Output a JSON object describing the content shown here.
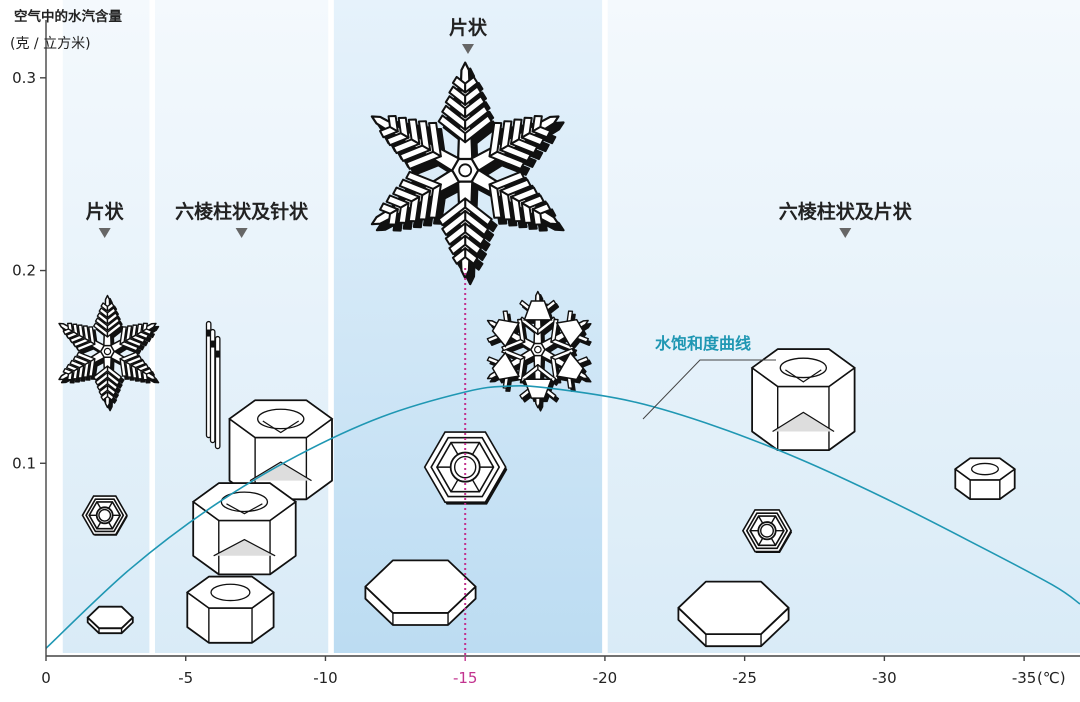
{
  "chart_data": {
    "type": "line",
    "title": "",
    "xlabel": "",
    "x_unit": "(℃)",
    "ylabel_line1": "空气中的水汽含量",
    "ylabel_line2": "(克 / 立方米)",
    "xlim": [
      0,
      -37
    ],
    "ylim": [
      0,
      0.33
    ],
    "x_ticks": [
      0,
      -5,
      -10,
      -15,
      -20,
      -25,
      -30,
      -35
    ],
    "x_tick_labels": [
      "0",
      "-5",
      "-10",
      "-15",
      "-20",
      "-25",
      "-30",
      "-35"
    ],
    "highlight_x": -15,
    "y_ticks": [
      0.1,
      0.2,
      0.3
    ],
    "y_tick_labels": [
      "0.1",
      "0.2",
      "0.3"
    ],
    "series": [
      {
        "name": "水饱和度曲线",
        "x": [
          0,
          -3,
          -6,
          -9,
          -12,
          -15,
          -16.5,
          -18,
          -21,
          -24,
          -27,
          -30,
          -33,
          -36,
          -37
        ],
        "y": [
          0.004,
          0.045,
          0.078,
          0.104,
          0.124,
          0.137,
          0.14,
          0.139,
          0.132,
          0.119,
          0.102,
          0.082,
          0.06,
          0.037,
          0.027
        ]
      }
    ],
    "regions": [
      {
        "x_from": -0.6,
        "x_to": -3.7,
        "label": "片状",
        "label_x": -2.1,
        "label_level": "low",
        "style": "pale"
      },
      {
        "x_from": -3.9,
        "x_to": -10.1,
        "label": "六棱柱状及针状",
        "label_x": -7.0,
        "label_level": "low",
        "style": "pale"
      },
      {
        "x_from": -10.3,
        "x_to": -19.9,
        "label": "片状",
        "label_x": -15.1,
        "label_level": "high",
        "style": "deep"
      },
      {
        "x_from": -20.1,
        "x_to": -37,
        "label": "六棱柱状及片状",
        "label_x": -28.6,
        "label_level": "low",
        "style": "pale"
      }
    ],
    "curve_label": "水饱和度曲线",
    "crystals": [
      {
        "shape": "dendrite",
        "x": -2.2,
        "y": 0.158,
        "r": 0.027
      },
      {
        "shape": "sectored",
        "x": -2.1,
        "y": 0.073,
        "r": 0.0115
      },
      {
        "shape": "hexplate",
        "x": -2.3,
        "y": 0.02,
        "r": 0.0045
      },
      {
        "shape": "needles",
        "x": -6.0,
        "y": 0.145
      },
      {
        "shape": "column",
        "x": -8.4,
        "y": 0.107,
        "r": 0.0095,
        "h": 0.032
      },
      {
        "shape": "column",
        "x": -7.1,
        "y": 0.066,
        "r": 0.0095,
        "h": 0.028
      },
      {
        "shape": "column",
        "x": -6.6,
        "y": 0.024,
        "r": 0.008,
        "h": 0.018
      },
      {
        "shape": "dendrite",
        "x": -15.0,
        "y": 0.252,
        "r": 0.052
      },
      {
        "shape": "sectored-dendrite",
        "x": -17.6,
        "y": 0.159,
        "r": 0.028
      },
      {
        "shape": "sectored",
        "x": -15.0,
        "y": 0.098,
        "r": 0.021
      },
      {
        "shape": "hexplate",
        "x": -13.4,
        "y": 0.036,
        "r": 0.011
      },
      {
        "shape": "column",
        "x": -27.1,
        "y": 0.133,
        "r": 0.0095,
        "h": 0.033
      },
      {
        "shape": "sectored",
        "x": -25.8,
        "y": 0.065,
        "r": 0.0125
      },
      {
        "shape": "hexplate",
        "x": -24.6,
        "y": 0.025,
        "r": 0.011
      },
      {
        "shape": "column",
        "x": -33.6,
        "y": 0.092,
        "r": 0.0055,
        "h": 0.01
      }
    ]
  }
}
